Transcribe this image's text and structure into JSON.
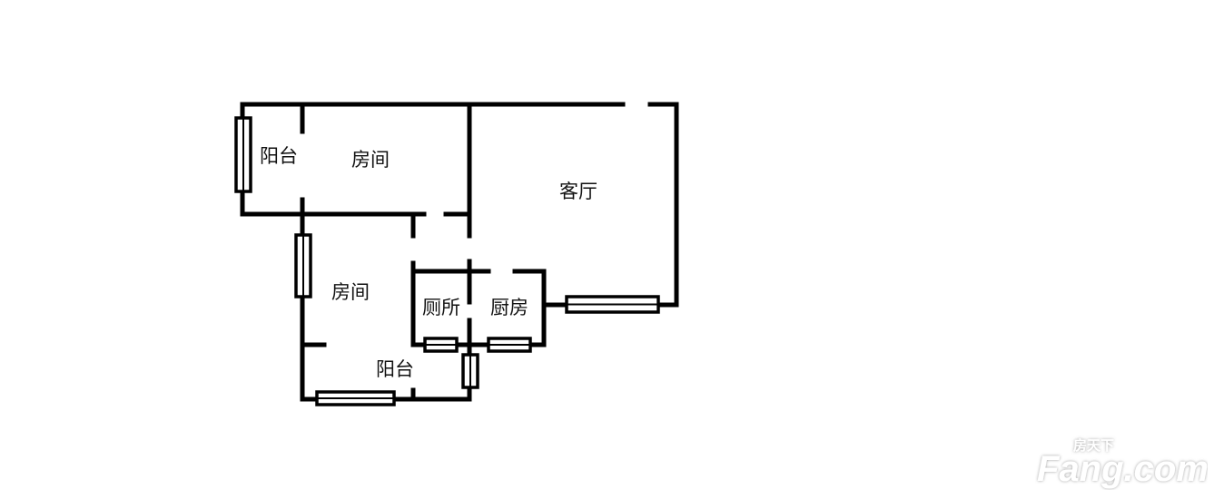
{
  "floor_plan": {
    "rooms": [
      {
        "id": "balcony-north",
        "label": "阳台"
      },
      {
        "id": "bedroom-north",
        "label": "房间"
      },
      {
        "id": "living-room",
        "label": "客厅"
      },
      {
        "id": "bedroom-south",
        "label": "房间"
      },
      {
        "id": "toilet",
        "label": "厕所"
      },
      {
        "id": "kitchen",
        "label": "厨房"
      },
      {
        "id": "balcony-south",
        "label": "阳台"
      }
    ]
  },
  "watermark": {
    "brand_cn": "房天下",
    "brand": "Fang.com"
  }
}
